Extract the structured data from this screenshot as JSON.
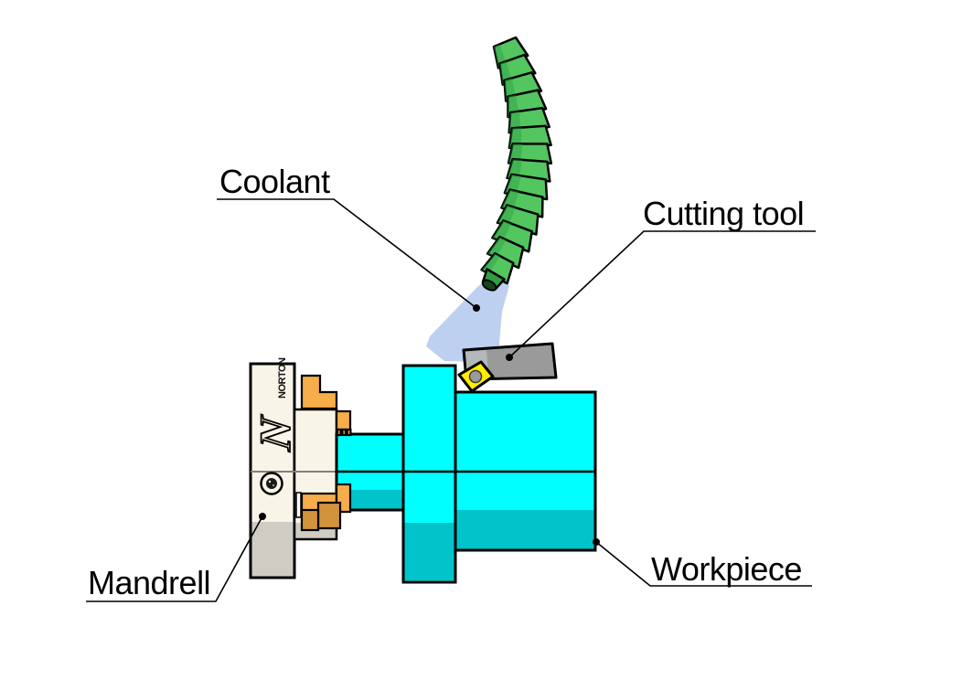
{
  "diagram": {
    "type": "technical-illustration",
    "subject": "lathe-turning-process",
    "labels": {
      "coolant": "Coolant",
      "cutting_tool": "Cutting tool",
      "workpiece": "Workpiece",
      "mandrell": "Mandrell"
    },
    "chuck": {
      "brand_text": "NORTON",
      "logo_letter": "N"
    },
    "colors": {
      "workpiece_cyan": "#00FFFF",
      "workpiece_teal": "#00C4CA",
      "hose_green": "#53C65F",
      "hose_green_dark": "#2F9E44",
      "spray_blue": "#BDD0EF",
      "tool_gray": "#9A9A9A",
      "insert_yellow": "#FFEC00",
      "jaw_orange": "#F6AD4A",
      "jaw_orange_dark": "#D1943C",
      "chuck_cream": "#F8F4E7",
      "chuck_gray": "#CFCCC4",
      "line_black": "#000000"
    }
  }
}
